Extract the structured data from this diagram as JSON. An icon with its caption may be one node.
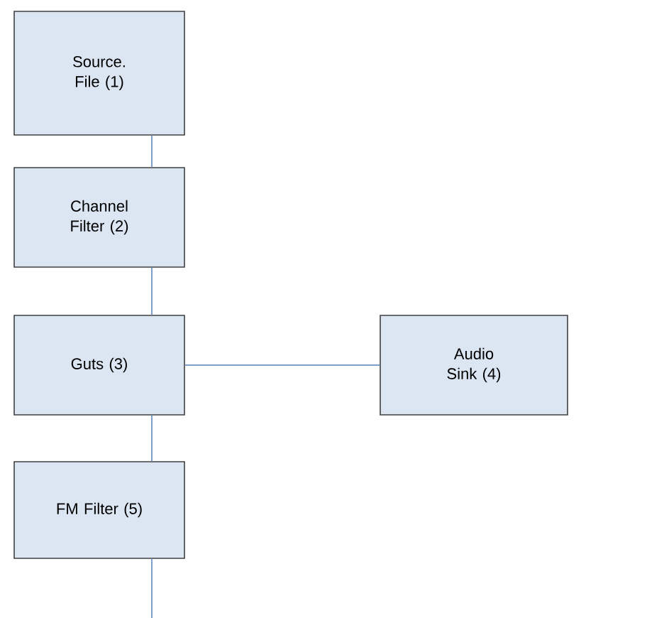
{
  "diagram": {
    "nodes": [
      {
        "text": [
          "Source. File (1)"
        ]
      },
      {
        "text": [
          "Channel Filter (2)"
        ]
      },
      {
        "text": [
          "Guts (3)"
        ]
      },
      {
        "text": [
          "Audio Sink (4)"
        ]
      },
      {
        "text": [
          "FM Filter (5)"
        ]
      }
    ],
    "edges": [
      {
        "from": 0,
        "to": 1,
        "arrow": "none"
      },
      {
        "from": 1,
        "to": 2,
        "arrow": "none"
      },
      {
        "from": 2,
        "to": 3,
        "arrow": "none"
      },
      {
        "from": 2,
        "to": 4,
        "arrow": "none"
      },
      {
        "from": 4,
        "to": null,
        "arrow": "none"
      }
    ]
  }
}
